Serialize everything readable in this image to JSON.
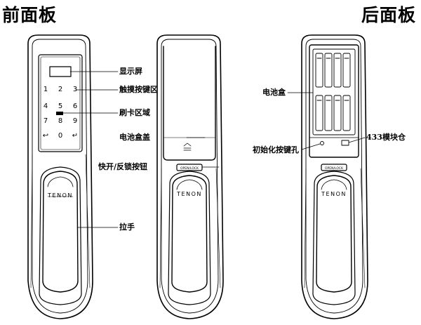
{
  "titles": {
    "front": "前面板",
    "back": "后面板"
  },
  "labels": {
    "display": "显示屏",
    "touch_keypad": "触摸按键区",
    "card_area": "刷卡区域",
    "battery_cover": "电池盒盖",
    "quick_lock_button": "快开/反锁按钮",
    "handle": "拉手",
    "battery_box": "电池盒",
    "init_key_hole": "初始化按键孔",
    "module_slot": "433模块仓"
  },
  "keypad": {
    "rows": [
      [
        "1",
        "2",
        "3"
      ],
      [
        "4",
        "5",
        "6"
      ],
      [
        "7",
        "8",
        "9"
      ],
      [
        "↩",
        "0",
        "↵"
      ]
    ]
  },
  "brand": "TENON",
  "button_mark": "OPEN/LOCK"
}
